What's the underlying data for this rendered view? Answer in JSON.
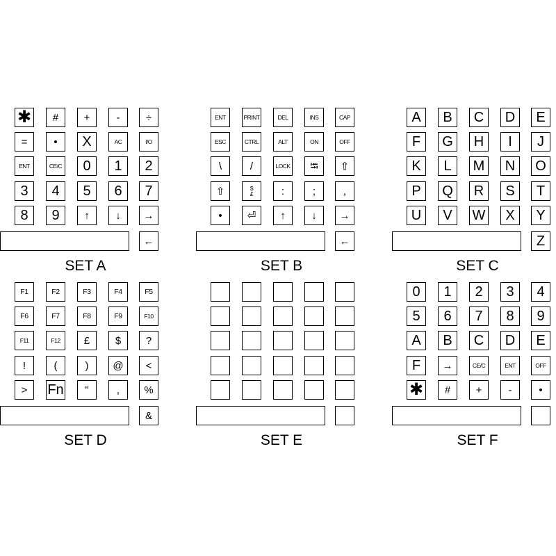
{
  "sets": [
    {
      "id": "a",
      "label": "SET A",
      "rows": [
        [
          "✱",
          "#",
          "+",
          "-",
          "÷"
        ],
        [
          "=",
          "•",
          "X",
          "AC",
          "I/O"
        ],
        [
          "ENT",
          "CE/C",
          "0",
          "1",
          "2"
        ],
        [
          "3",
          "4",
          "5",
          "6",
          "7"
        ],
        [
          "8",
          "9",
          "↑",
          "↓",
          "→"
        ]
      ],
      "extra": "←"
    },
    {
      "id": "b",
      "label": "SET B",
      "rows": [
        [
          "ENT",
          "PRINT",
          "DEL",
          "INS",
          "CAP"
        ],
        [
          "ESC",
          "CTRL",
          "ALT",
          "ON",
          "OFF"
        ],
        [
          "\\",
          "/",
          "LOCK",
          "⭾",
          "⇧"
        ],
        [
          "⇧",
          "$\n£",
          ":",
          ";",
          ","
        ],
        [
          "•",
          "⏎",
          "↑",
          "↓",
          "→"
        ]
      ],
      "extra": "←"
    },
    {
      "id": "c",
      "label": "SET C",
      "rows": [
        [
          "A",
          "B",
          "C",
          "D",
          "E"
        ],
        [
          "F",
          "G",
          "H",
          "I",
          "J"
        ],
        [
          "K",
          "L",
          "M",
          "N",
          "O"
        ],
        [
          "P",
          "Q",
          "R",
          "S",
          "T"
        ],
        [
          "U",
          "V",
          "W",
          "X",
          "Y"
        ]
      ],
      "extra": "Z"
    },
    {
      "id": "d",
      "label": "SET D",
      "rows": [
        [
          "F1",
          "F2",
          "F3",
          "F4",
          "F5"
        ],
        [
          "F6",
          "F7",
          "F8",
          "F9",
          "F10"
        ],
        [
          "F11",
          "F12",
          "£",
          "$",
          "?"
        ],
        [
          "!",
          "(",
          ")",
          "@",
          "<"
        ],
        [
          ">",
          "Fn",
          "\"",
          ",",
          "%"
        ]
      ],
      "extra": "&"
    },
    {
      "id": "e",
      "label": "SET E",
      "rows": [
        [
          "",
          "",
          "",
          "",
          ""
        ],
        [
          "",
          "",
          "",
          "",
          ""
        ],
        [
          "",
          "",
          "",
          "",
          ""
        ],
        [
          "",
          "",
          "",
          "",
          ""
        ],
        [
          "",
          "",
          "",
          "",
          ""
        ]
      ],
      "extra": ""
    },
    {
      "id": "f",
      "label": "SET F",
      "rows": [
        [
          "0",
          "1",
          "2",
          "3",
          "4"
        ],
        [
          "5",
          "6",
          "7",
          "8",
          "9"
        ],
        [
          "A",
          "B",
          "C",
          "D",
          "E"
        ],
        [
          "F",
          "→",
          "CE/C",
          "ENT",
          "OFF"
        ],
        [
          "✱",
          "#",
          "+",
          "-",
          "•"
        ]
      ],
      "extra": ""
    }
  ]
}
